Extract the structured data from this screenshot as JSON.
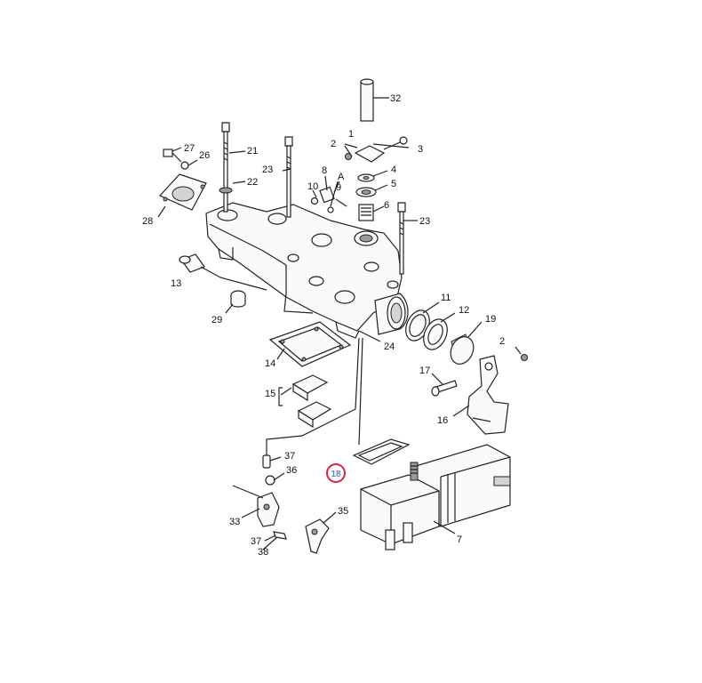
{
  "diagram": {
    "labels": {
      "l1": "1",
      "l2a": "2",
      "l2b": "2",
      "l3": "3",
      "l4": "4",
      "l5": "5",
      "l6": "6",
      "l7": "7",
      "l8": "8",
      "l9": "9",
      "l10": "10",
      "lA": "A",
      "l11": "11",
      "l12": "12",
      "l13": "13",
      "l14": "14",
      "l15": "15",
      "l16": "16",
      "l17": "17",
      "l18": "18",
      "l19": "19",
      "l21": "21",
      "l22": "22",
      "l23a": "23",
      "l23b": "23",
      "l24": "24",
      "l26": "26",
      "l27": "27",
      "l28": "28",
      "l29": "29",
      "l32": "32",
      "l33": "33",
      "l35": "35",
      "l36": "36",
      "l37a": "37",
      "l37b": "37",
      "l38": "38"
    },
    "highlight": {
      "label": "18",
      "color": "#e0233a"
    }
  }
}
